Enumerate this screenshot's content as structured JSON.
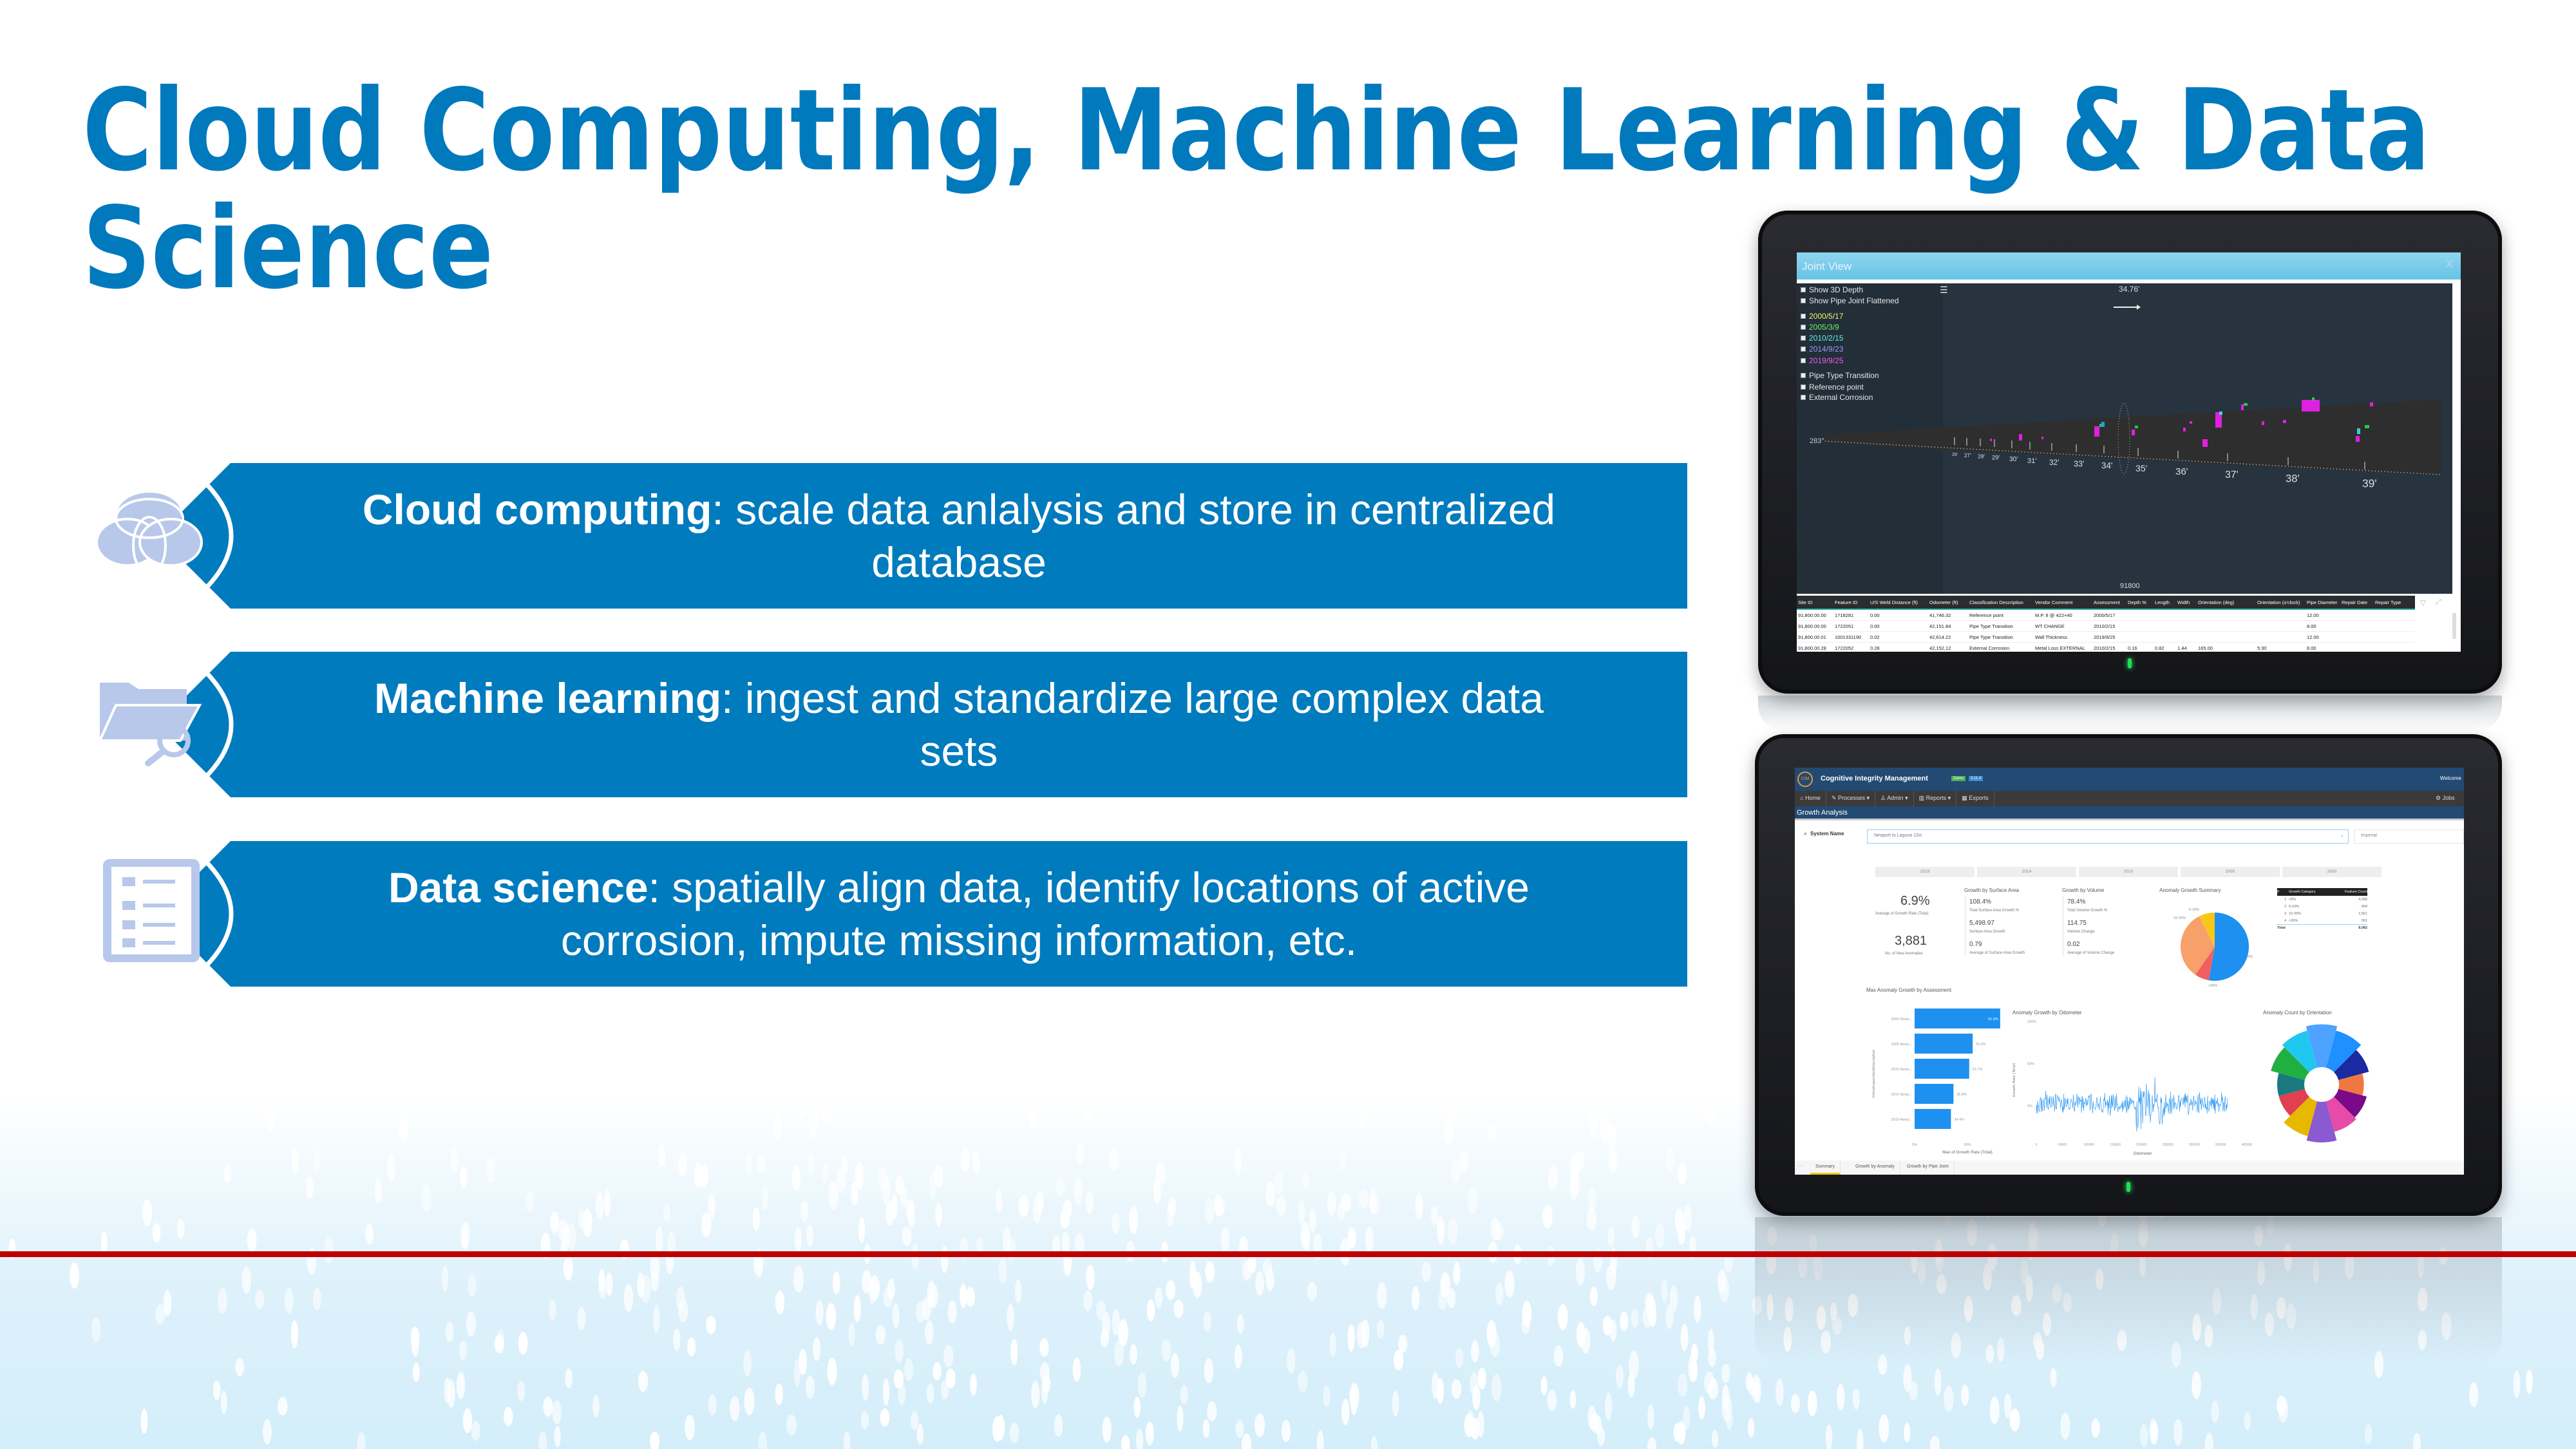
{
  "slide": {
    "title_line1": "Cloud Computing, Machine Learning & Data",
    "title_line2": "Science",
    "colors": {
      "title": "#0079bd",
      "banner": "#007bbd",
      "icon": "#b8c8ea",
      "accent_line": "#c00000"
    }
  },
  "features": [
    {
      "icon": "cloud-venn-icon",
      "bold": "Cloud computing",
      "line1": ": scale data anlalysis and store in centralized",
      "line2": "database"
    },
    {
      "icon": "folder-search-icon",
      "bold": "Machine learning",
      "line1": ": ingest and standardize large complex data",
      "line2": "sets"
    },
    {
      "icon": "checklist-icon",
      "bold": "Data science",
      "line1": ": spatially align data, identify locations of active",
      "line2": "corrosion, impute missing information, etc."
    }
  ],
  "joint_view": {
    "title": "Joint View",
    "close": "X",
    "options": [
      "Show 3D Depth",
      "Show Pipe Joint Flattened"
    ],
    "dates": [
      {
        "label": "2000/5/17",
        "color": "#f4f46a"
      },
      {
        "label": "2005/3/9",
        "color": "#6cf06c"
      },
      {
        "label": "2010/2/15",
        "color": "#5ef0f0"
      },
      {
        "label": "2014/9/23",
        "color": "#9a9cff"
      },
      {
        "label": "2019/9/25",
        "color": "#f05af0"
      }
    ],
    "layers": [
      "Pipe Type Transition",
      "Reference point",
      "External Corrosion"
    ],
    "distance_readout": "34.76'",
    "orientation_readout": "283°",
    "site_readout": "91800",
    "scale_labels": [
      "26'",
      "27'",
      "28'",
      "29'",
      "30'",
      "31'",
      "32'",
      "33'",
      "34'",
      "35'",
      "36'",
      "37'",
      "38'",
      "39'"
    ],
    "table": {
      "headers": [
        "Site ID",
        "Feature ID",
        "U/S Weld Distance (ft)",
        "Odometer (ft)",
        "Classification Description",
        "Vendor Comment",
        "Assessment",
        "Depth %",
        "Length",
        "Width",
        "Orientation (deg)",
        "Orientation (o'clock)",
        "Pipe Diameter",
        "Repair Date",
        "Repair Type"
      ],
      "rows": [
        [
          "91,800.00.00",
          "1718281",
          "0.00",
          "41,746.32",
          "Reference point",
          "M.P. 8 @ 422+40",
          "2000/5/17",
          "",
          "",
          "",
          "",
          "",
          "12.00",
          "",
          ""
        ],
        [
          "91,800.00.00",
          "1722051",
          "0.00",
          "42,151.84",
          "Pipe Type Transition",
          "WT CHANGE",
          "2010/2/15",
          "",
          "",
          "",
          "",
          "",
          "8.00",
          "",
          ""
        ],
        [
          "91,800.00.01",
          "1001331190",
          "0.02",
          "42,614.22",
          "Pipe Type Transition",
          "Wall Thickness",
          "2019/9/25",
          "",
          "",
          "",
          "",
          "",
          "12.00",
          "",
          ""
        ],
        [
          "91,800.00.28",
          "1722052",
          "0.28",
          "42,152.12",
          "External Corrosion",
          "Metal Loss EXTERNAL",
          "2010/2/15",
          "0.16",
          "0.82",
          "1.44",
          "165.00",
          "5:30",
          "8.00",
          "",
          ""
        ]
      ]
    }
  },
  "dashboard": {
    "logo": "CIM",
    "app_title": "Cognitive Integrity Management",
    "badge_demo": "Demo",
    "version": "3.11.4",
    "welcome": "Welcome",
    "nav": [
      "Home",
      "Processes ▾",
      "Admin ▾",
      "Reports ▾",
      "Exports"
    ],
    "jobs": "Jobs",
    "page_title": "Growth Analysis",
    "filter_label": "System Name",
    "filter_value": "Newport to Laguna 12in",
    "unit_value": "Imperial",
    "years": [
      "2019",
      "2014",
      "2010",
      "2005",
      "2000"
    ],
    "kpis": [
      {
        "value": "6.9%",
        "label": "Average of Growth Rate (Total)"
      },
      {
        "value": "3,881",
        "label": "No. of New Anomalies"
      }
    ],
    "surface": {
      "title": "Growth by Surface Area",
      "items": [
        {
          "value": "108.4%",
          "label": "Total Surface Area Growth %"
        },
        {
          "value": "5,498.97",
          "label": "Surface Area Growth"
        },
        {
          "value": "0.79",
          "label": "Average of Surface Area Growth"
        }
      ]
    },
    "volume": {
      "title": "Growth by Volume",
      "items": [
        {
          "value": "78.4%",
          "label": "Total Volume Growth %"
        },
        {
          "value": "114.75",
          "label": "Volume Change"
        },
        {
          "value": "0.02",
          "label": "Average of Volume Change"
        }
      ]
    },
    "summary": {
      "title": "Anomaly Growth Summary",
      "slices": [
        {
          "label": "<5%",
          "count": 4266,
          "color": "#1e90f0"
        },
        {
          "label": ">20%",
          "count": 551,
          "color": "#f06060"
        },
        {
          "label": "10-20%",
          "count": 2661,
          "color": "#f7a06a"
        },
        {
          "label": "5-10%",
          "count": 604,
          "color": "#f8c818"
        }
      ],
      "table_headers": [
        "#",
        "Growth Category",
        "Feature Count"
      ],
      "table_rows": [
        [
          "1",
          "<5%",
          "4,266"
        ],
        [
          "2",
          "5-10%",
          "604"
        ],
        [
          "3",
          "10-20%",
          "2,661"
        ],
        [
          "4",
          ">20%",
          "551"
        ]
      ],
      "total_label": "Total",
      "total_value": "8,082"
    },
    "bars": {
      "title": "Max Anomaly Growth by Assessment",
      "categories": [
        "2000 Newp...",
        "2005 Newp...",
        "2015 Newp...",
        "2010 Newp...",
        "2019 Newp..."
      ],
      "values": [
        81.0,
        55.0,
        51.7,
        36.8,
        34.4
      ],
      "value_labels": [
        "81.0%",
        "55.0%",
        "51.7%",
        "36.8%",
        "34.4%"
      ],
      "xticks": [
        "0%",
        "50%",
        "100%"
      ],
      "xlim": [
        0,
        100
      ],
      "xlabel": "Max of Growth Rate (Total)",
      "ylabel": "InlineInspectionDescription",
      "color": "#1e90f0"
    },
    "odometer": {
      "title": "Anomaly Growth by Odometer",
      "yticks": [
        "100%",
        "50%",
        "0%"
      ],
      "xticks": [
        "0",
        "50000",
        "100000",
        "150000",
        "200000",
        "250000",
        "300000",
        "350000",
        "400000"
      ],
      "xlabel": "Odometer",
      "ylabel": "Growth Rate (Total)",
      "color": "#1e90f0"
    },
    "orientation": {
      "title": "Anomaly Count by Orientation",
      "segments": [
        {
          "value": 95,
          "color": "#4da3ff"
        },
        {
          "value": 85,
          "color": "#1e90ff"
        },
        {
          "value": 70,
          "color": "#1a2aa0"
        },
        {
          "value": 55,
          "color": "#f07840"
        },
        {
          "value": 65,
          "color": "#7a0a8a"
        },
        {
          "value": 70,
          "color": "#e84aa8"
        },
        {
          "value": 90,
          "color": "#8a5ad0"
        },
        {
          "value": 80,
          "color": "#e6b800"
        },
        {
          "value": 60,
          "color": "#e04050"
        },
        {
          "value": 60,
          "color": "#1a7a80"
        },
        {
          "value": 78,
          "color": "#20b040"
        },
        {
          "value": 85,
          "color": "#20c8f0"
        }
      ]
    },
    "tabs": [
      "Summary",
      "Growth by Anomaly",
      "Growth by Pipe Joint"
    ]
  }
}
